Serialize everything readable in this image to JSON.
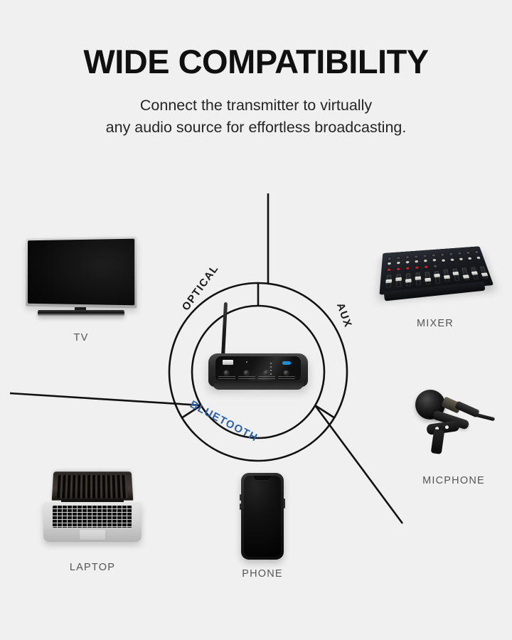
{
  "header": {
    "headline": "WIDE COMPATIBILITY",
    "subhead_line1": "Connect the transmitter to virtually",
    "subhead_line2": "any audio source for effortless broadcasting."
  },
  "diagram": {
    "ring_labels": [
      {
        "id": "optical",
        "text": "OPTICAL",
        "color": "#1a1a1a"
      },
      {
        "id": "aux",
        "text": "AUX",
        "color": "#1a1a1a"
      },
      {
        "id": "bluetooth",
        "text": "BLUETOOTH",
        "color": "#2b62a8"
      }
    ],
    "center_device": "bluetooth-audio-transmitter"
  },
  "devices": [
    {
      "id": "tv",
      "label": "TV"
    },
    {
      "id": "mixer",
      "label": "MIXER"
    },
    {
      "id": "micphone",
      "label": "MICPHONE"
    },
    {
      "id": "laptop",
      "label": "LAPTOP"
    },
    {
      "id": "phone",
      "label": "PHONE"
    }
  ],
  "colors": {
    "background": "#f0f0f0",
    "headline": "#101010",
    "subhead": "#252525",
    "device_label": "#555555",
    "line": "#111111",
    "bluetooth_accent": "#2b62a8",
    "indicator_blue": "#1b8fd6"
  }
}
